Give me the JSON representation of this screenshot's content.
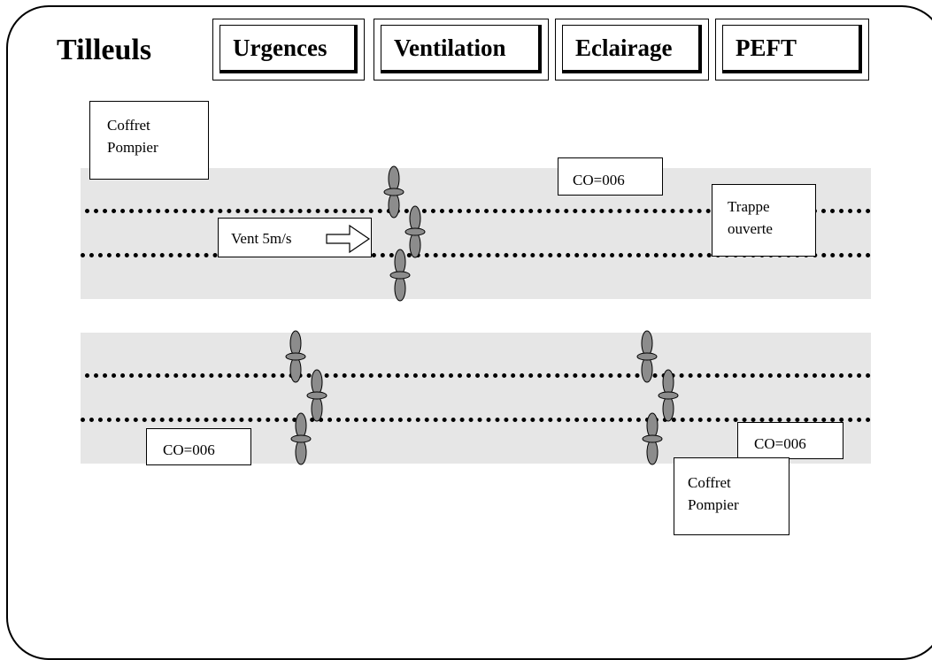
{
  "header": {
    "title": "Tilleuls",
    "tabs": [
      {
        "label": "Urgences"
      },
      {
        "label": "Ventilation"
      },
      {
        "label": "Eclairage"
      },
      {
        "label": "PEFT"
      }
    ]
  },
  "tunnel_top": {
    "coffret_line1": "Coffret",
    "coffret_line2": "Pompier",
    "co_sensor": "CO=006",
    "wind_label": "Vent 5m/s",
    "trappe_line1": "Trappe",
    "trappe_line2": "ouverte"
  },
  "tunnel_bottom": {
    "co_sensor_left": "CO=006",
    "co_sensor_right": "CO=006",
    "coffret_line1": "Coffret",
    "coffret_line2": "Pompier"
  },
  "colors": {
    "tube_fill": "#e6e6e6",
    "fan_fill": "#8c8c8c"
  },
  "icons": {
    "fan": "jet-fan-icon",
    "arrow": "arrow-right-icon"
  }
}
